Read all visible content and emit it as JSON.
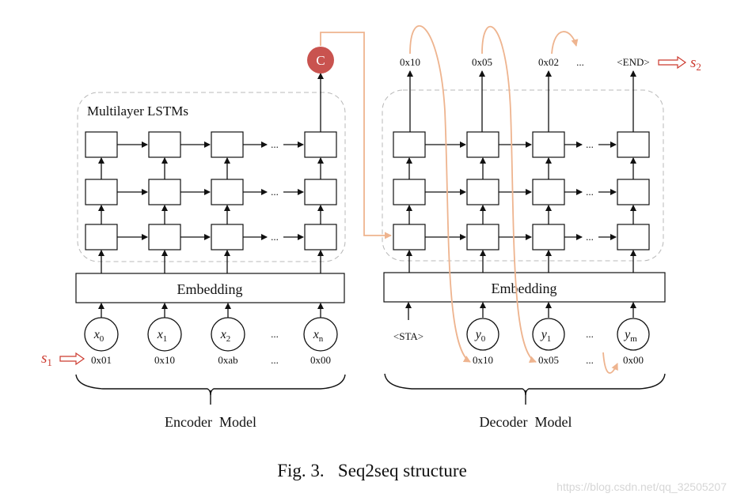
{
  "encoder": {
    "lstm_label": "Multilayer LSTMs",
    "embedding_label": "Embedding",
    "ellipsis": "...",
    "inputs": [
      "x",
      "x",
      "x",
      "x"
    ],
    "input_subscripts": [
      "0",
      "1",
      "2",
      "n"
    ],
    "hex_values": [
      "0x01",
      "0x10",
      "0xab",
      "0x00"
    ],
    "s_label": "s",
    "s_sub": "1",
    "model_label": "Encoder  Model"
  },
  "context": {
    "label": "C"
  },
  "decoder": {
    "embedding_label": "Embedding",
    "start_token": "<STA>",
    "inputs": [
      "y",
      "y",
      "y"
    ],
    "input_subscripts": [
      "0",
      "1",
      "m"
    ],
    "hex_values": [
      "0x10",
      "0x05",
      "0x00"
    ],
    "outputs": [
      "0x10",
      "0x05",
      "0x02",
      "<END>"
    ],
    "s_label": "s",
    "s_sub": "2",
    "ellipsis": "...",
    "model_label": "Decoder  Model"
  },
  "caption": "Fig. 3.   Seq2seq structure",
  "watermark": "https://blog.csdn.net/qq_32505207",
  "colors": {
    "context_fill": "#c9534f",
    "flow_arrow": "#eeb48f",
    "s_label": "#cc3a2f",
    "dash_border": "#b8b8b8"
  }
}
